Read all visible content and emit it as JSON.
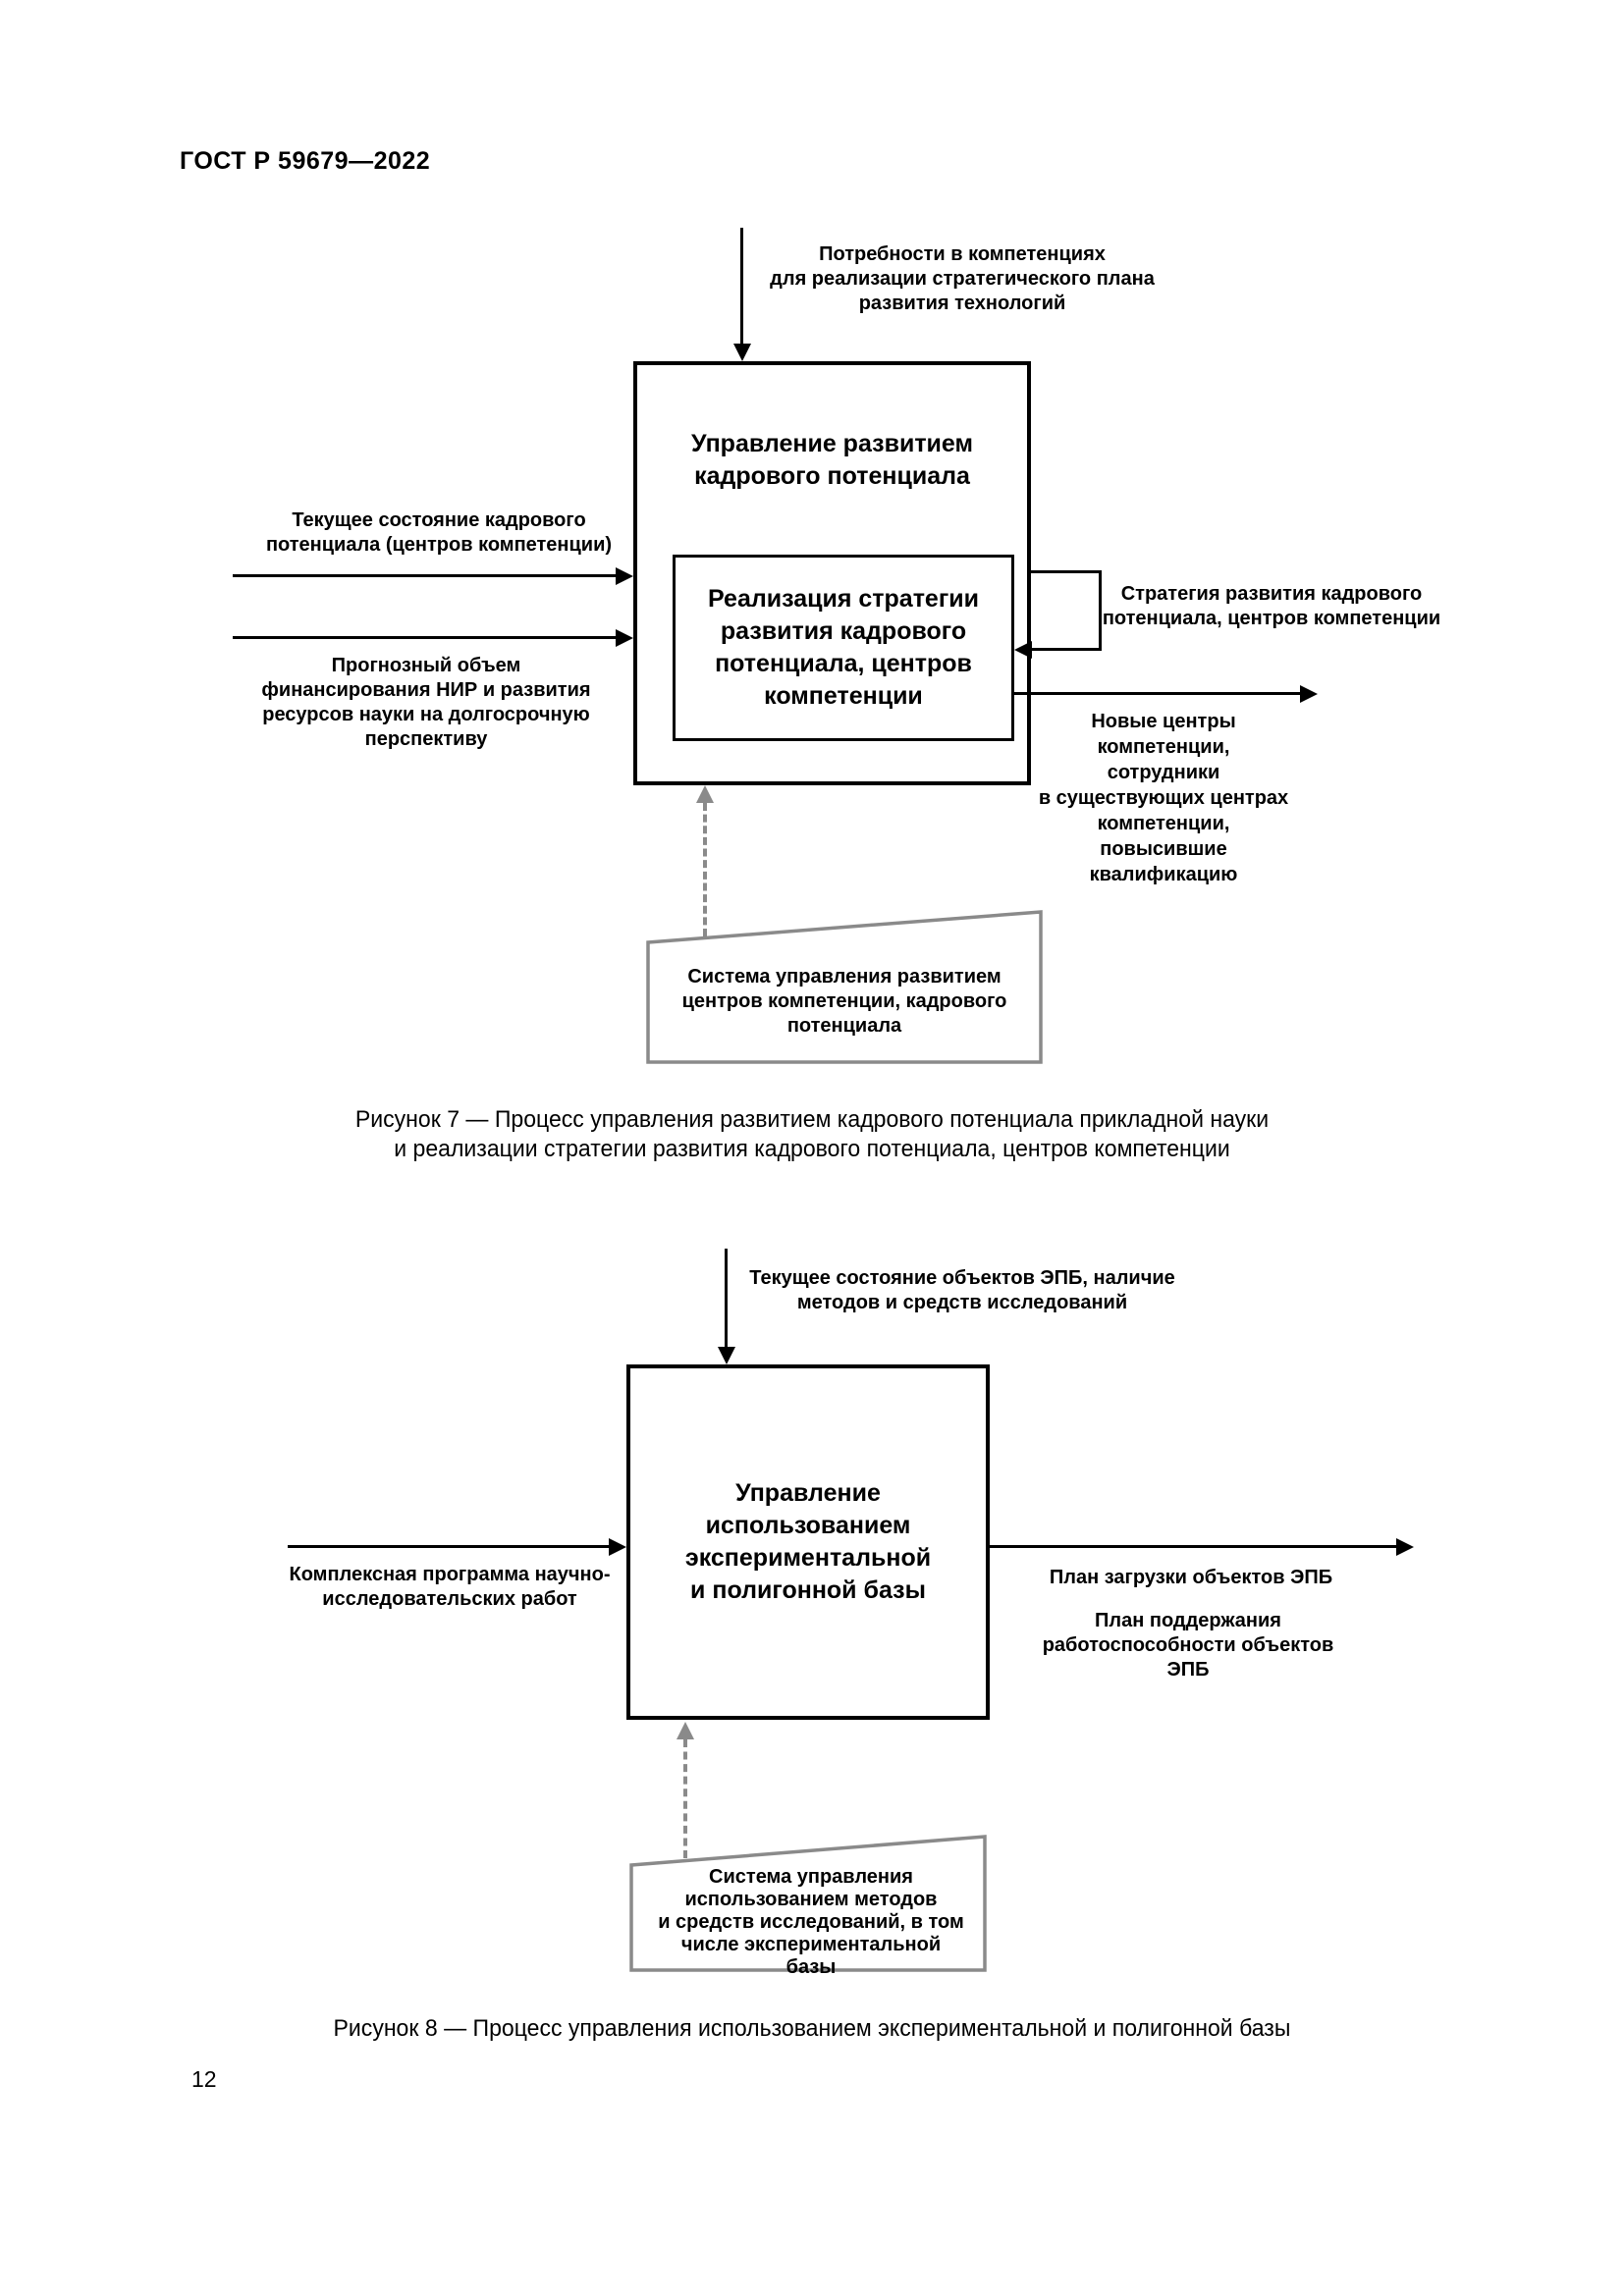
{
  "header": {
    "doc_code": "ГОСТ Р 59679—2022"
  },
  "colors": {
    "line": "#000000",
    "mechanism_gray": "#8a8a8a",
    "background": "#ffffff"
  },
  "figure7": {
    "input_top": "Потребности в компетенциях\nдля реализации стратегического плана\nразвития технологий",
    "process_title": "Управление развитием\nкадрового потенциала",
    "subprocess": "Реализация стратегии\nразвития кадрового\nпотенциала, центров\nкомпетенции",
    "input_left_1": "Текущее состояние кадрового\nпотенциала (центров компетенции)",
    "input_left_2": "Прогнозный объем\nфинансирования НИР и развития\nресурсов науки на долгосрочную\nперспективу",
    "feedback_label": "Стратегия развития кадрового\nпотенциала, центров компетенции",
    "output_label": "Новые центры\nкомпетенции,\nсотрудники\nв существующих центрах\nкомпетенции,\nповысившие\nквалификацию",
    "mechanism": "Система управления развитием\nцентров компетенции, кадрового\nпотенциала",
    "caption": "Рисунок 7 — Процесс управления развитием кадрового потенциала прикладной науки\nи реализации стратегии развития кадрового потенциала, центров компетенции"
  },
  "figure8": {
    "input_top": "Текущее состояние объектов ЭПБ, наличие\nметодов и средств исследований",
    "process_title": "Управление\nиспользованием\nэкспериментальной\nи полигонной базы",
    "input_left": "Комплексная программа научно-\nисследовательских работ",
    "output_1": "План загрузки объектов ЭПБ",
    "output_2": "План поддержания\nработоспособности объектов ЭПБ",
    "mechanism": "Система управления\nиспользованием методов\nи средств исследований, в том\nчисле экспериментальной базы",
    "caption": "Рисунок 8 — Процесс управления использованием экспериментальной и полигонной базы"
  },
  "footer": {
    "page_number": "12"
  }
}
